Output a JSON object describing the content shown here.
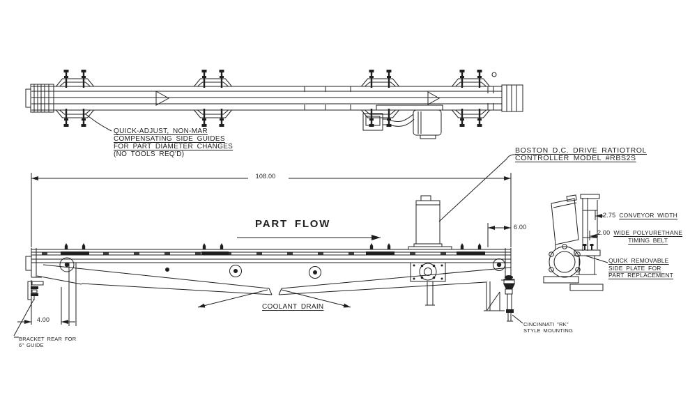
{
  "colors": {
    "ink": "#1f1f1f",
    "background": "#ffffff"
  },
  "labels": {
    "side_guides": {
      "l1": "QUICK-ADJUST, NON-MAR",
      "l2": "COMPENSATING SIDE GUIDES",
      "l3": "FOR PART DIAMETER CHANGES",
      "l4": "(NO TOOLS REQ'D)"
    },
    "controller": {
      "l1": "BOSTON D.C. DRIVE RATIOTROL",
      "l2": "CONTROLLER MODEL #RBS2S"
    },
    "part_flow": "PART FLOW",
    "coolant_drain": "COOLANT DRAIN",
    "conveyor_width": {
      "value": "2.75",
      "text": "CONVEYOR WIDTH"
    },
    "timing_belt": {
      "value": "2.00",
      "l1": "WIDE POLYURETHANE",
      "l2": "TIMING BELT"
    },
    "side_plate": {
      "l1": "QUICK REMOVABLE",
      "l2": "SIDE PLATE FOR",
      "l3": "PART REPLACEMENT"
    },
    "bracket_rear": {
      "l1": "BRACKET REAR FOR",
      "l2": "6\" GUIDE"
    },
    "rk_mount": {
      "l1": "CINCINNATI \"RK\"",
      "l2": "STYLE MOUNTING"
    }
  },
  "dimensions": {
    "overall_length": "108.00",
    "drive_offset": "6.00",
    "bracket_offset": "4.00"
  }
}
